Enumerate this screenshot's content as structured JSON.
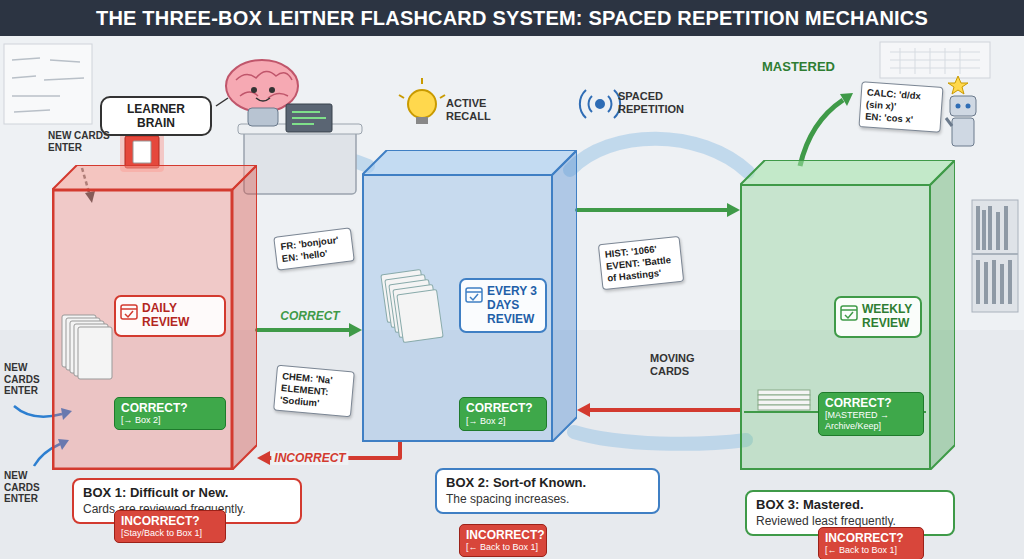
{
  "diagram": {
    "title": "THE THREE-BOX LEITNER FLASHCARD SYSTEM: SPACED REPETITION MECHANICS",
    "nodes": [
      {
        "text": [
          "LEARNER BRAIN"
        ]
      },
      {
        "text": [
          "BOX 1: Difficult or New.",
          "Cards are reviewed frequently."
        ]
      },
      {
        "text": [
          "DAILY REVIEW"
        ],
        "in": 1
      },
      {
        "text": [
          "CORRECT?",
          "[→ Box 2]"
        ],
        "in": 1
      },
      {
        "text": [
          "INCORRECT?",
          "[Stay/Back to Box 1]"
        ],
        "in": 1
      },
      {
        "text": [
          "FR: 'bonjour'",
          "EN: 'hello'"
        ]
      },
      {
        "text": [
          "CHEM: 'Na'",
          "ELEMENT: 'Sodium'"
        ]
      },
      {
        "text": [
          "BOX 2: Sort-of Known.",
          "The spacing increases."
        ]
      },
      {
        "text": [
          "EVERY 3 DAYS REVIEW"
        ],
        "in": 7
      },
      {
        "text": [
          "CORRECT?",
          "[→ Box 2]"
        ],
        "in": 7
      },
      {
        "text": [
          "INCORRECT?",
          "[← Back to Box 1]"
        ],
        "in": 7
      },
      {
        "text": [
          "HIST: '1066'",
          "EVENT: 'Battle of Hastings'"
        ]
      },
      {
        "text": [
          "BOX 3: Mastered.",
          "Reviewed least frequently."
        ]
      },
      {
        "text": [
          "WEEKLY REVIEW"
        ],
        "in": 12
      },
      {
        "text": [
          "CORRECT?",
          "[MASTERED → Archive/Keep]"
        ],
        "in": 12
      },
      {
        "text": [
          "INCORRECT?",
          "[← Back to Box 1]"
        ],
        "in": 12
      },
      {
        "text": [
          "CALC: 'd/dx (sin x)'",
          "EN: 'cos x'"
        ]
      }
    ],
    "edges": [
      {
        "from": 1,
        "to": 7,
        "label": "CORRECT",
        "arrow": "to"
      },
      {
        "from": 7,
        "to": 1,
        "label": "INCORRECT",
        "arrow": "to"
      },
      {
        "from": 7,
        "to": 12,
        "arrow": "to"
      },
      {
        "from": 12,
        "to": 7,
        "arrow": "to"
      }
    ],
    "labels": [
      "NEW CARDS ENTER",
      "NEW CARDS ENTER",
      "NEW CARDS ENTER",
      "ACTIVE RECALL",
      "SPACED REPETITION",
      "MASTERED",
      "MOVING CARDS"
    ]
  }
}
